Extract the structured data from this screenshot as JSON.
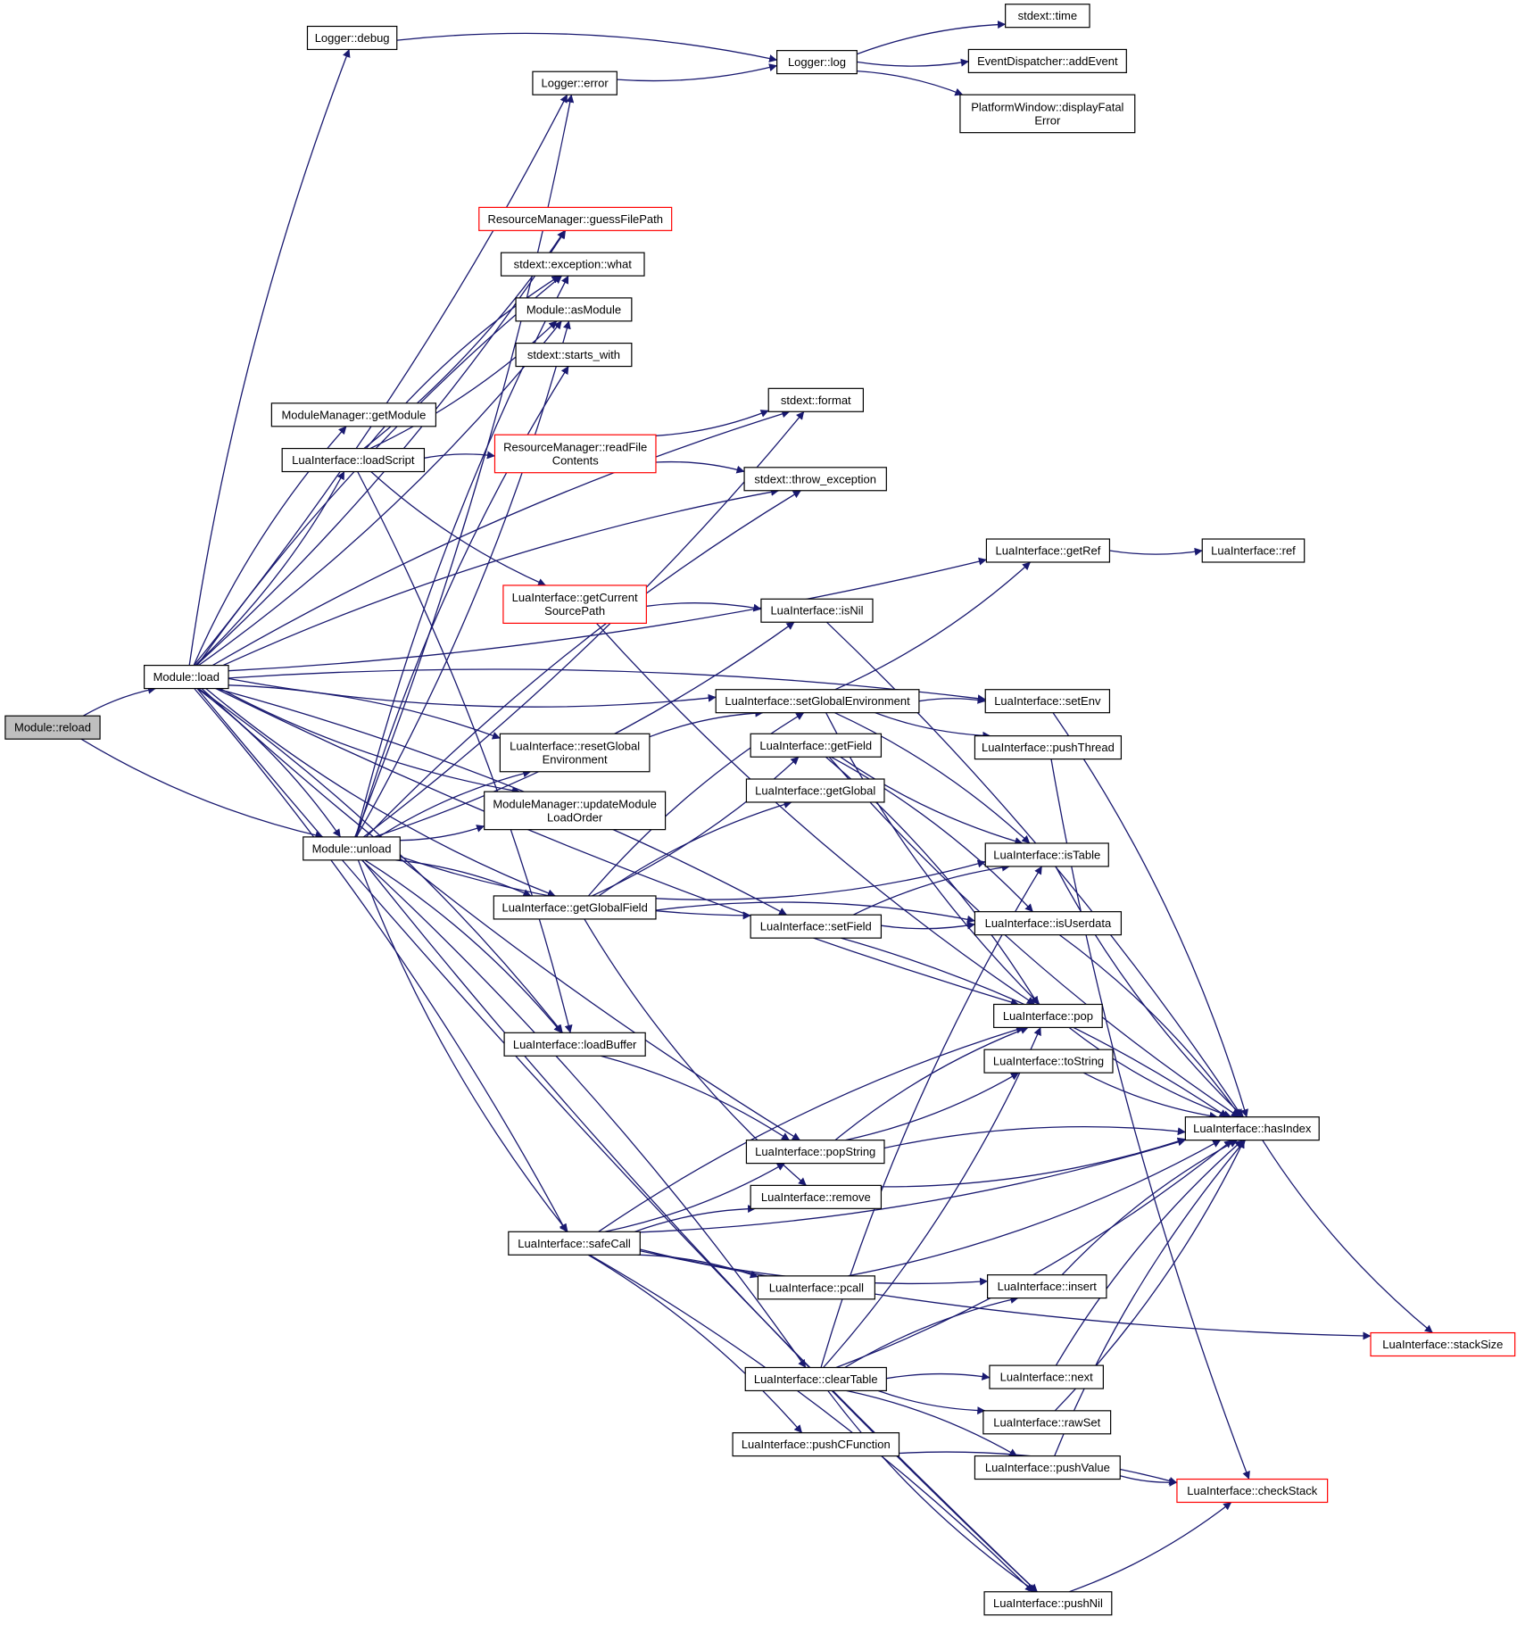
{
  "graph": {
    "edge_color": "#191970",
    "nodes": {
      "reload": {
        "label": [
          "Module::reload"
        ],
        "root": true
      },
      "load": {
        "label": [
          "Module::load"
        ]
      },
      "unload": {
        "label": [
          "Module::unload"
        ]
      },
      "debug": {
        "label": [
          "Logger::debug"
        ]
      },
      "error": {
        "label": [
          "Logger::error"
        ]
      },
      "log": {
        "label": [
          "Logger::log"
        ]
      },
      "time": {
        "label": [
          "stdext::time"
        ]
      },
      "addEvent": {
        "label": [
          "EventDispatcher::addEvent"
        ]
      },
      "displayFatal": {
        "label": [
          "PlatformWindow::displayFatal",
          "Error"
        ]
      },
      "guessFilePath": {
        "label": [
          "ResourceManager::guessFilePath"
        ],
        "red": true
      },
      "what": {
        "label": [
          "stdext::exception::what"
        ]
      },
      "asModule": {
        "label": [
          "Module::asModule"
        ]
      },
      "startsWith": {
        "label": [
          "stdext::starts_with"
        ]
      },
      "format": {
        "label": [
          "stdext::format"
        ]
      },
      "getModule": {
        "label": [
          "ModuleManager::getModule"
        ]
      },
      "loadScript": {
        "label": [
          "LuaInterface::loadScript"
        ]
      },
      "readFile": {
        "label": [
          "ResourceManager::readFile",
          "Contents"
        ],
        "red": true
      },
      "throwException": {
        "label": [
          "stdext::throw_exception"
        ]
      },
      "getRef": {
        "label": [
          "LuaInterface::getRef"
        ]
      },
      "ref": {
        "label": [
          "LuaInterface::ref"
        ]
      },
      "getCurrentSourcePath": {
        "label": [
          "LuaInterface::getCurrent",
          "SourcePath"
        ],
        "red": true
      },
      "isNil": {
        "label": [
          "LuaInterface::isNil"
        ]
      },
      "setGlobalEnv": {
        "label": [
          "LuaInterface::setGlobalEnvironment"
        ]
      },
      "setEnv": {
        "label": [
          "LuaInterface::setEnv"
        ]
      },
      "pushThread": {
        "label": [
          "LuaInterface::pushThread"
        ]
      },
      "resetGlobalEnv": {
        "label": [
          "LuaInterface::resetGlobal",
          "Environment"
        ]
      },
      "getField": {
        "label": [
          "LuaInterface::getField"
        ]
      },
      "getGlobal": {
        "label": [
          "LuaInterface::getGlobal"
        ]
      },
      "updateLoadOrder": {
        "label": [
          "ModuleManager::updateModule",
          "LoadOrder"
        ]
      },
      "isTable": {
        "label": [
          "LuaInterface::isTable"
        ]
      },
      "getGlobalField": {
        "label": [
          "LuaInterface::getGlobalField"
        ]
      },
      "isUserdata": {
        "label": [
          "LuaInterface::isUserdata"
        ]
      },
      "setField": {
        "label": [
          "LuaInterface::setField"
        ]
      },
      "pop": {
        "label": [
          "LuaInterface::pop"
        ]
      },
      "loadBuffer": {
        "label": [
          "LuaInterface::loadBuffer"
        ]
      },
      "toString": {
        "label": [
          "LuaInterface::toString"
        ]
      },
      "hasIndex": {
        "label": [
          "LuaInterface::hasIndex"
        ]
      },
      "popString": {
        "label": [
          "LuaInterface::popString"
        ]
      },
      "remove": {
        "label": [
          "LuaInterface::remove"
        ]
      },
      "safeCall": {
        "label": [
          "LuaInterface::safeCall"
        ]
      },
      "pcall": {
        "label": [
          "LuaInterface::pcall"
        ]
      },
      "insert": {
        "label": [
          "LuaInterface::insert"
        ]
      },
      "stackSize": {
        "label": [
          "LuaInterface::stackSize"
        ],
        "red": true
      },
      "clearTable": {
        "label": [
          "LuaInterface::clearTable"
        ]
      },
      "next": {
        "label": [
          "LuaInterface::next"
        ]
      },
      "rawSet": {
        "label": [
          "LuaInterface::rawSet"
        ]
      },
      "pushCFunction": {
        "label": [
          "LuaInterface::pushCFunction"
        ]
      },
      "pushValue": {
        "label": [
          "LuaInterface::pushValue"
        ]
      },
      "checkStack": {
        "label": [
          "LuaInterface::checkStack"
        ],
        "red": true
      },
      "pushNil": {
        "label": [
          "LuaInterface::pushNil"
        ]
      }
    },
    "edges": [
      [
        "reload",
        "load"
      ],
      [
        "reload",
        "unload"
      ],
      [
        "load",
        "debug"
      ],
      [
        "load",
        "error"
      ],
      [
        "load",
        "format"
      ],
      [
        "load",
        "guessFilePath"
      ],
      [
        "load",
        "what"
      ],
      [
        "load",
        "asModule"
      ],
      [
        "load",
        "getModule"
      ],
      [
        "load",
        "loadScript"
      ],
      [
        "load",
        "throwException"
      ],
      [
        "load",
        "getRef"
      ],
      [
        "load",
        "setEnv"
      ],
      [
        "load",
        "setGlobalEnv"
      ],
      [
        "load",
        "resetGlobalEnv"
      ],
      [
        "load",
        "updateLoadOrder"
      ],
      [
        "load",
        "unload"
      ],
      [
        "load",
        "getGlobalField"
      ],
      [
        "load",
        "setField"
      ],
      [
        "load",
        "pop"
      ],
      [
        "load",
        "loadBuffer"
      ],
      [
        "load",
        "popString"
      ],
      [
        "load",
        "safeCall"
      ],
      [
        "load",
        "pushNil"
      ],
      [
        "debug",
        "log"
      ],
      [
        "error",
        "log"
      ],
      [
        "log",
        "time"
      ],
      [
        "log",
        "addEvent"
      ],
      [
        "log",
        "displayFatal"
      ],
      [
        "loadScript",
        "guessFilePath"
      ],
      [
        "loadScript",
        "what"
      ],
      [
        "loadScript",
        "asModule"
      ],
      [
        "loadScript",
        "readFile"
      ],
      [
        "loadScript",
        "getCurrentSourcePath"
      ],
      [
        "loadScript",
        "loadBuffer"
      ],
      [
        "readFile",
        "format"
      ],
      [
        "readFile",
        "throwException"
      ],
      [
        "getRef",
        "ref"
      ],
      [
        "getCurrentSourcePath",
        "isNil"
      ],
      [
        "getCurrentSourcePath",
        "pop"
      ],
      [
        "isNil",
        "hasIndex"
      ],
      [
        "setGlobalEnv",
        "getRef"
      ],
      [
        "setGlobalEnv",
        "setEnv"
      ],
      [
        "setGlobalEnv",
        "pushThread"
      ],
      [
        "setGlobalEnv",
        "isTable"
      ],
      [
        "setGlobalEnv",
        "pop"
      ],
      [
        "setEnv",
        "hasIndex"
      ],
      [
        "pushThread",
        "checkStack"
      ],
      [
        "resetGlobalEnv",
        "setGlobalEnv"
      ],
      [
        "getField",
        "isTable"
      ],
      [
        "getField",
        "isUserdata"
      ],
      [
        "getField",
        "hasIndex"
      ],
      [
        "getField",
        "pop"
      ],
      [
        "unload",
        "error"
      ],
      [
        "unload",
        "what"
      ],
      [
        "unload",
        "asModule"
      ],
      [
        "unload",
        "startsWith"
      ],
      [
        "unload",
        "format"
      ],
      [
        "unload",
        "throwException"
      ],
      [
        "unload",
        "isNil"
      ],
      [
        "unload",
        "resetGlobalEnv"
      ],
      [
        "unload",
        "updateLoadOrder"
      ],
      [
        "unload",
        "getGlobalField"
      ],
      [
        "unload",
        "setField"
      ],
      [
        "unload",
        "loadBuffer"
      ],
      [
        "unload",
        "safeCall"
      ],
      [
        "unload",
        "clearTable"
      ],
      [
        "unload",
        "pushNil"
      ],
      [
        "getGlobalField",
        "setGlobalEnv"
      ],
      [
        "getGlobalField",
        "getField"
      ],
      [
        "getGlobalField",
        "getGlobal"
      ],
      [
        "getGlobalField",
        "isTable"
      ],
      [
        "getGlobalField",
        "isUserdata"
      ],
      [
        "getGlobalField",
        "remove"
      ],
      [
        "setField",
        "isTable"
      ],
      [
        "setField",
        "isUserdata"
      ],
      [
        "setField",
        "hasIndex"
      ],
      [
        "isTable",
        "hasIndex"
      ],
      [
        "isUserdata",
        "hasIndex"
      ],
      [
        "pop",
        "hasIndex"
      ],
      [
        "loadBuffer",
        "popString"
      ],
      [
        "toString",
        "hasIndex"
      ],
      [
        "popString",
        "pop"
      ],
      [
        "popString",
        "toString"
      ],
      [
        "popString",
        "hasIndex"
      ],
      [
        "remove",
        "hasIndex"
      ],
      [
        "safeCall",
        "pop"
      ],
      [
        "safeCall",
        "popString"
      ],
      [
        "safeCall",
        "remove"
      ],
      [
        "safeCall",
        "hasIndex"
      ],
      [
        "safeCall",
        "pcall"
      ],
      [
        "safeCall",
        "insert"
      ],
      [
        "safeCall",
        "pushCFunction"
      ],
      [
        "safeCall",
        "stackSize"
      ],
      [
        "safeCall",
        "pushNil"
      ],
      [
        "pcall",
        "hasIndex"
      ],
      [
        "insert",
        "hasIndex"
      ],
      [
        "hasIndex",
        "stackSize"
      ],
      [
        "clearTable",
        "next"
      ],
      [
        "clearTable",
        "rawSet"
      ],
      [
        "clearTable",
        "pushValue"
      ],
      [
        "clearTable",
        "pushNil"
      ],
      [
        "clearTable",
        "insert"
      ],
      [
        "clearTable",
        "pop"
      ],
      [
        "clearTable",
        "isTable"
      ],
      [
        "clearTable",
        "hasIndex"
      ],
      [
        "next",
        "hasIndex"
      ],
      [
        "rawSet",
        "hasIndex"
      ],
      [
        "pushValue",
        "hasIndex"
      ],
      [
        "pushValue",
        "checkStack"
      ],
      [
        "pushCFunction",
        "checkStack"
      ],
      [
        "pushNil",
        "checkStack"
      ]
    ]
  }
}
